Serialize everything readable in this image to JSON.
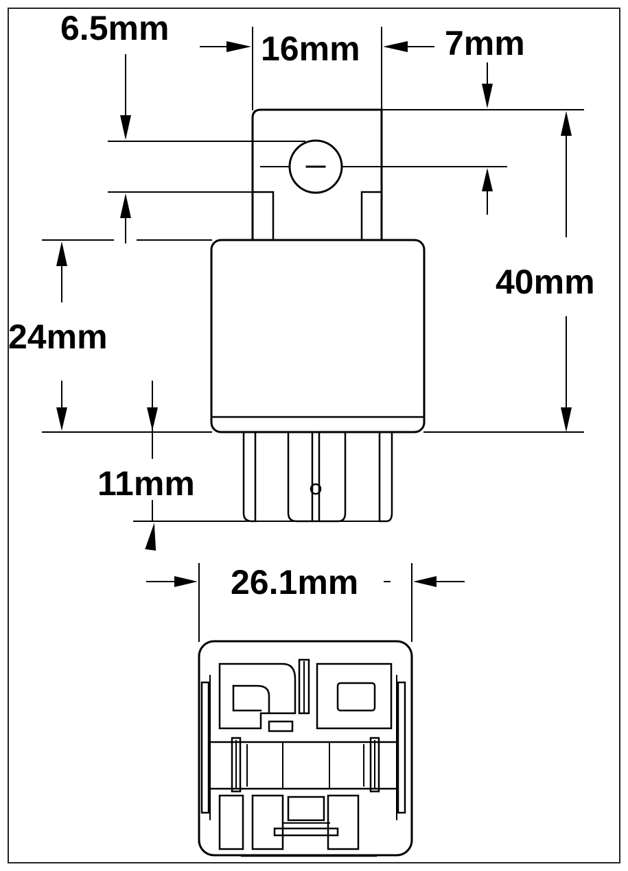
{
  "dimensions": {
    "tab_hole_offset": "6.5mm",
    "tab_width": "16mm",
    "tab_hole_diameter": "7mm",
    "overall_height": "40mm",
    "body_height": "24mm",
    "terminal_length": "11mm",
    "base_width": "26.1mm"
  },
  "colors": {
    "line": "#000000",
    "background": "#ffffff",
    "frame": "#222222"
  }
}
